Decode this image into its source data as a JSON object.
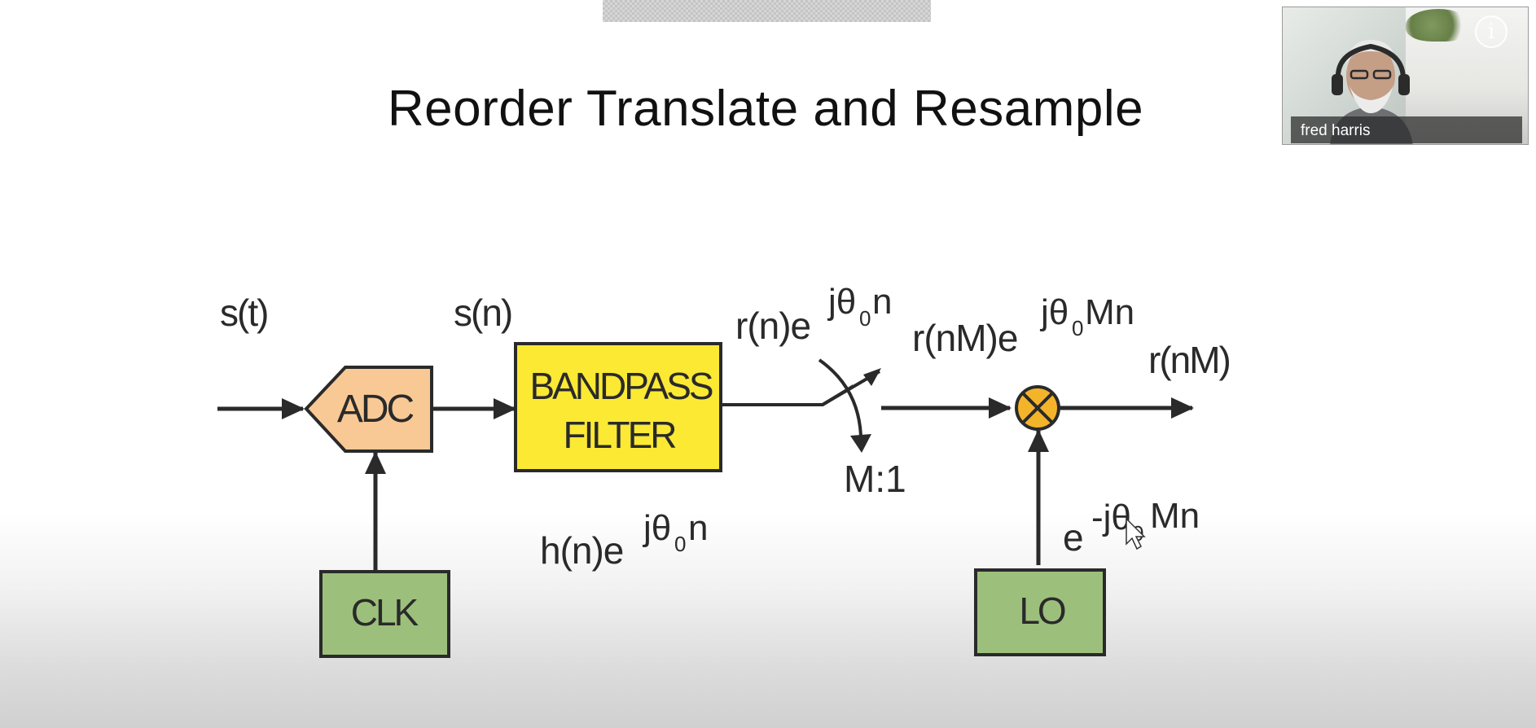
{
  "slide": {
    "title": "Reorder Translate and Resample"
  },
  "diagram": {
    "labels": {
      "input_signal": "s(t)",
      "sampled_signal": "s(n)",
      "bandpass_output_base": "r(n)e",
      "bandpass_output_exp_j": "jθ",
      "bandpass_output_exp_sub": "0",
      "bandpass_output_exp_n": "n",
      "decimated_base": "r(nM)e",
      "decimated_exp_j": "jθ",
      "decimated_exp_sub": "0",
      "decimated_exp_n": "Mn",
      "output_signal": "r(nM)",
      "decimation_ratio": "M:1",
      "filter_response_base": "h(n)e",
      "filter_response_exp_j": "jθ",
      "filter_response_exp_sub": "0",
      "filter_response_exp_n": "n",
      "lo_signal_base": "e",
      "lo_signal_exp_j": "-jθ",
      "lo_signal_exp_sub": "0",
      "lo_signal_exp_n": "Mn"
    },
    "blocks": {
      "adc": "ADC",
      "filter_line1": "BANDPASS",
      "filter_line2": "FILTER",
      "clk": "CLK",
      "lo": "LO"
    },
    "colors": {
      "adc_fill": "#f9c995",
      "filter_fill": "#fbe934",
      "clk_fill": "#9cc07c",
      "lo_fill": "#9cc07c",
      "mixer_fill": "#f4b42a",
      "stroke": "#2a2a2a"
    }
  },
  "video": {
    "participant_name": "fred harris",
    "info_icon": "info-icon",
    "info_glyph": "i"
  }
}
